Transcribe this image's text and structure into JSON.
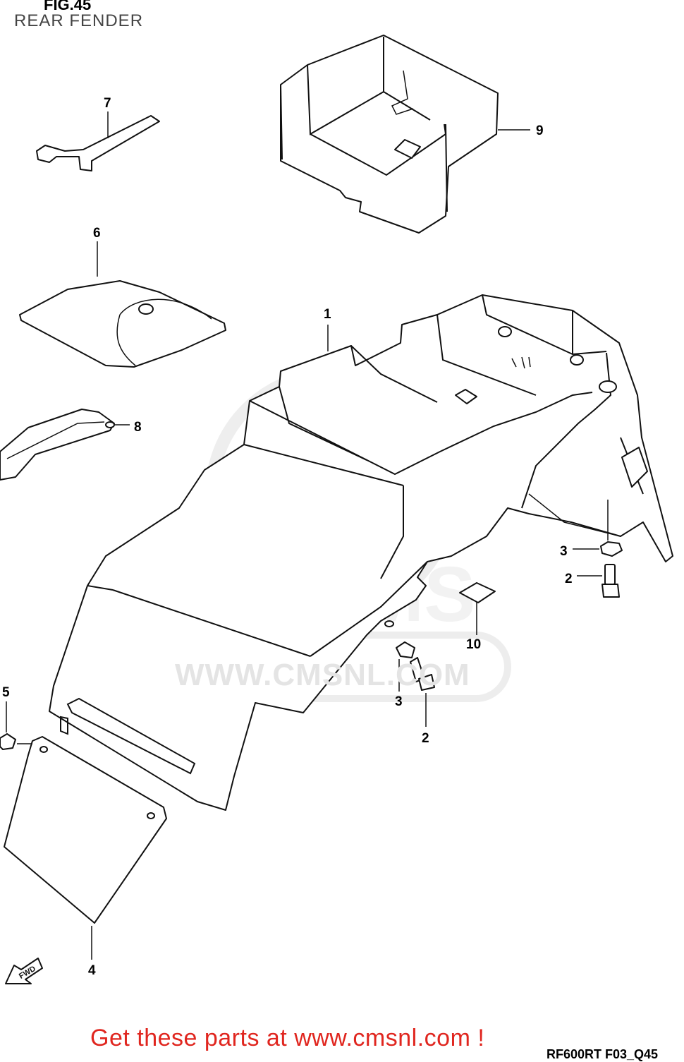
{
  "figure": {
    "title": "FIG.45",
    "subtitle": "REAR FENDER",
    "reference_code": "RF600RT F03_Q45"
  },
  "watermark": {
    "text": "WWW.CMSNL.COM",
    "logo_text": "CMS"
  },
  "callouts": {
    "p1": "1",
    "p2a": "2",
    "p2b": "2",
    "p3a": "3",
    "p3b": "3",
    "p4": "4",
    "p5": "5",
    "p6": "6",
    "p7": "7",
    "p8": "8",
    "p9": "9",
    "p10": "10"
  },
  "direction_arrow": {
    "text": "FWD"
  },
  "footer": {
    "text": "Get these parts at www.cmsnl.com !"
  },
  "colors": {
    "footer_text": "#e0261f",
    "line_art": "#111111",
    "watermark": "#e4e4e4"
  }
}
